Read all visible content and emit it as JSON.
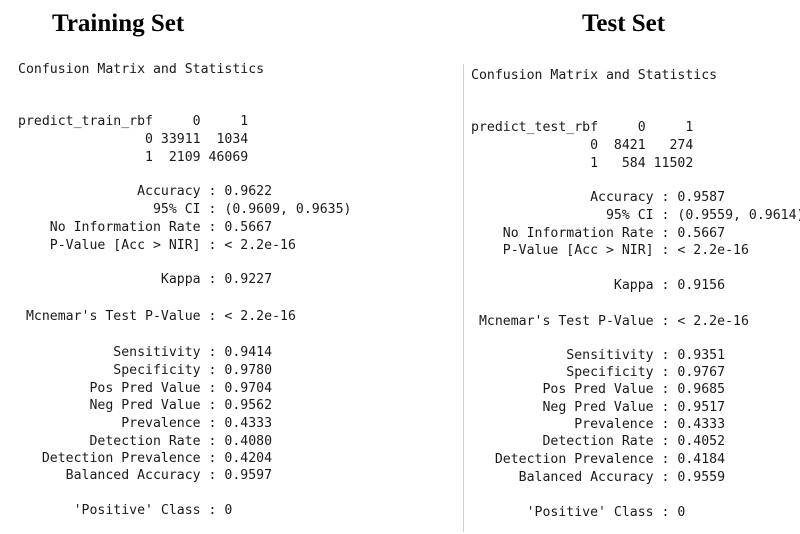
{
  "training": {
    "title": "Training Set",
    "lines": [
      "Confusion Matrix and Statistics",
      "predict_train_rbf     0     1",
      "                0 33911  1034",
      "                1  2109 46069",
      "               Accuracy : 0.9622",
      "                 95% CI : (0.9609, 0.9635)",
      "    No Information Rate : 0.5667",
      "    P-Value [Acc > NIR] : < 2.2e-16",
      "                  Kappa : 0.9227",
      " Mcnemar's Test P-Value : < 2.2e-16",
      "            Sensitivity : 0.9414",
      "            Specificity : 0.9780",
      "         Pos Pred Value : 0.9704",
      "         Neg Pred Value : 0.9562",
      "             Prevalence : 0.4333",
      "         Detection Rate : 0.4080",
      "   Detection Prevalence : 0.4204",
      "      Balanced Accuracy : 0.9597",
      "       'Positive' Class : 0"
    ]
  },
  "test": {
    "title": "Test Set",
    "lines": [
      "Confusion Matrix and Statistics",
      "predict_test_rbf     0     1",
      "               0  8421   274",
      "               1   584 11502",
      "               Accuracy : 0.9587",
      "                 95% CI : (0.9559, 0.9614)",
      "    No Information Rate : 0.5667",
      "    P-Value [Acc > NIR] : < 2.2e-16",
      "                  Kappa : 0.9156",
      " Mcnemar's Test P-Value : < 2.2e-16",
      "            Sensitivity : 0.9351",
      "            Specificity : 0.9767",
      "         Pos Pred Value : 0.9685",
      "         Neg Pred Value : 0.9517",
      "             Prevalence : 0.4333",
      "         Detection Rate : 0.4052",
      "   Detection Prevalence : 0.4184",
      "      Balanced Accuracy : 0.9559",
      "       'Positive' Class : 0"
    ]
  }
}
